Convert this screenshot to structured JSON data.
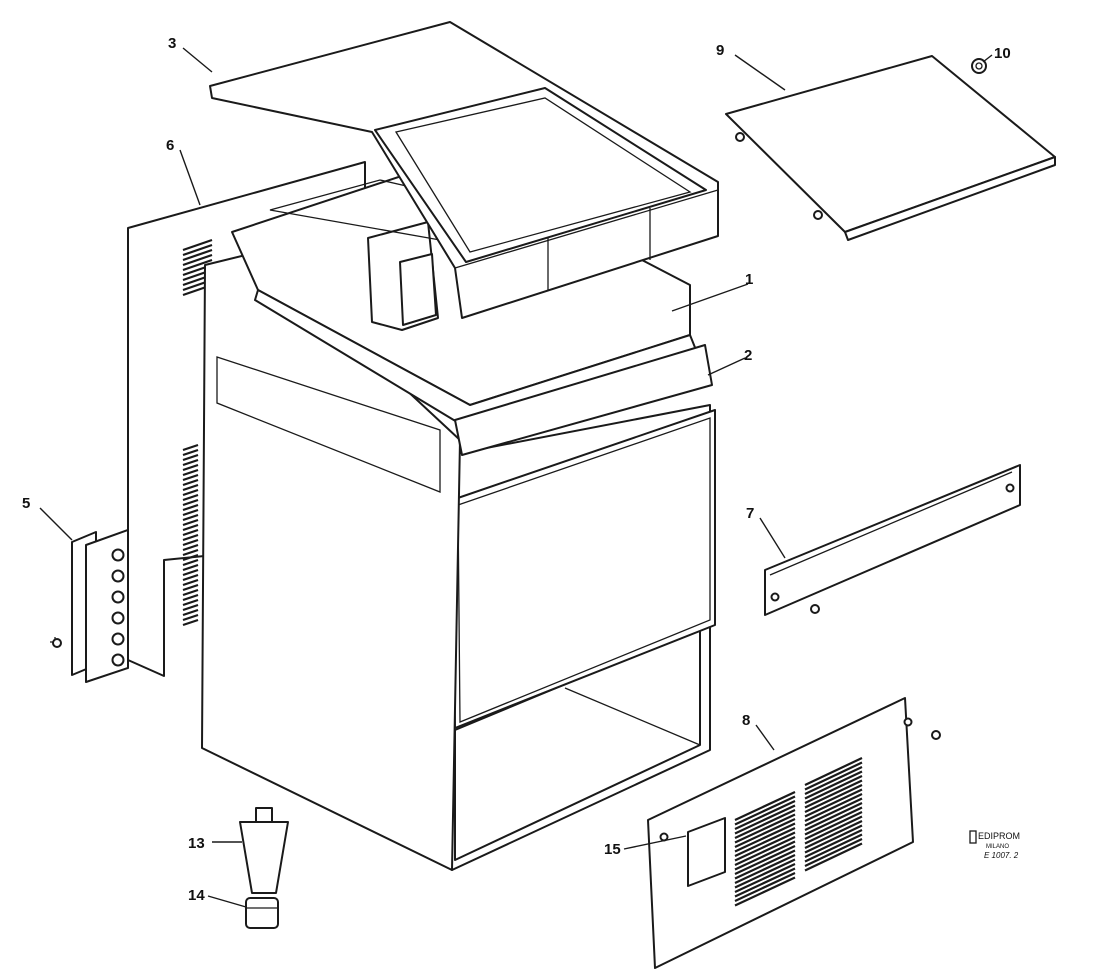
{
  "figure": {
    "callouts": [
      {
        "id": "c1",
        "text": "1"
      },
      {
        "id": "c2",
        "text": "2"
      },
      {
        "id": "c3",
        "text": "3"
      },
      {
        "id": "c5",
        "text": "5"
      },
      {
        "id": "c6",
        "text": "6"
      },
      {
        "id": "c7",
        "text": "7"
      },
      {
        "id": "c8",
        "text": "8"
      },
      {
        "id": "c9",
        "text": "9"
      },
      {
        "id": "c10",
        "text": "10"
      },
      {
        "id": "c13",
        "text": "13"
      },
      {
        "id": "c14",
        "text": "14"
      },
      {
        "id": "c15",
        "text": "15"
      }
    ],
    "publisher_logo": "EDIPROM",
    "publisher_city": "MILANO",
    "drawing_code": "E 1007. 2"
  },
  "colors": {
    "ink": "#1a1a1a",
    "paper": "#ffffff"
  }
}
